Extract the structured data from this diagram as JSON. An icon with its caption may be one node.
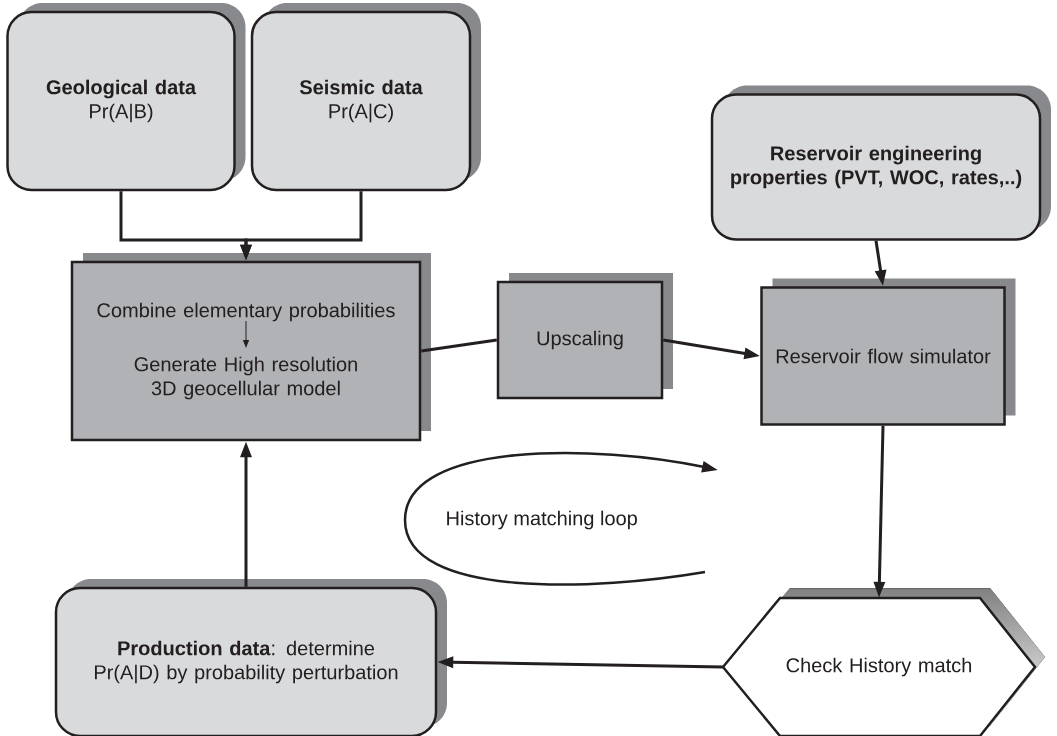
{
  "diagram": {
    "nodes": [
      {
        "text": [
          "Geological data",
          "Pr(A|B)"
        ]
      },
      {
        "text": [
          "Seismic data",
          "Pr(A|C)"
        ]
      },
      {
        "text": [
          "Reservoir engineering properties (PVT, WOC, rates,..)"
        ]
      },
      {
        "text": [
          "Combine elementary probabilities",
          "Generate High resolution 3D geocellular model"
        ]
      },
      {
        "text": [
          "Upscaling"
        ]
      },
      {
        "text": [
          "Reservoir flow simulator"
        ]
      },
      {
        "text": [
          "Check History match"
        ]
      },
      {
        "text": [
          "**Production data**: determine Pr(A|D) by probability perturbation"
        ]
      }
    ],
    "edges": [
      {
        "from": 0,
        "to": 3,
        "arrow": "to"
      },
      {
        "from": 1,
        "to": 3,
        "arrow": "to"
      },
      {
        "from": 3,
        "to": 4,
        "arrow": "none"
      },
      {
        "from": 4,
        "to": 5,
        "arrow": "to"
      },
      {
        "from": 2,
        "to": 5,
        "arrow": "to"
      },
      {
        "from": 5,
        "to": 6,
        "arrow": "to"
      },
      {
        "from": 6,
        "to": 7,
        "arrow": "to"
      },
      {
        "from": 7,
        "to": 3,
        "arrow": "to"
      }
    ],
    "labels": [
      "History matching loop"
    ]
  }
}
